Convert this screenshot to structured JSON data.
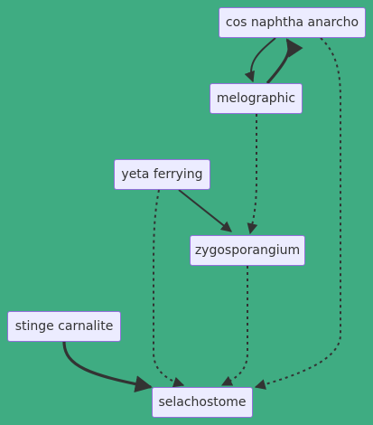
{
  "nodes": [
    {
      "id": "cos",
      "label": "cos naphtha anarcho"
    },
    {
      "id": "melo",
      "label": "melographic"
    },
    {
      "id": "yeta",
      "label": "yeta ferrying"
    },
    {
      "id": "zygo",
      "label": "zygosporangium"
    },
    {
      "id": "stinge",
      "label": "stinge carnalite"
    },
    {
      "id": "sela",
      "label": "selachostome"
    }
  ],
  "edges": [
    {
      "from": "cos",
      "to": "melo",
      "style": "solid"
    },
    {
      "from": "melo",
      "to": "cos",
      "style": "thick"
    },
    {
      "from": "cos",
      "to": "sela",
      "style": "dotted"
    },
    {
      "from": "melo",
      "to": "zygo",
      "style": "dotted"
    },
    {
      "from": "yeta",
      "to": "zygo",
      "style": "solid"
    },
    {
      "from": "yeta",
      "to": "sela",
      "style": "dotted"
    },
    {
      "from": "zygo",
      "to": "sela",
      "style": "dotted"
    },
    {
      "from": "stinge",
      "to": "sela",
      "style": "thick"
    }
  ],
  "colors": {
    "background": "#3fac82",
    "node_fill": "#ececff",
    "node_border": "#9370db",
    "edge": "#333333",
    "text": "#333333"
  }
}
